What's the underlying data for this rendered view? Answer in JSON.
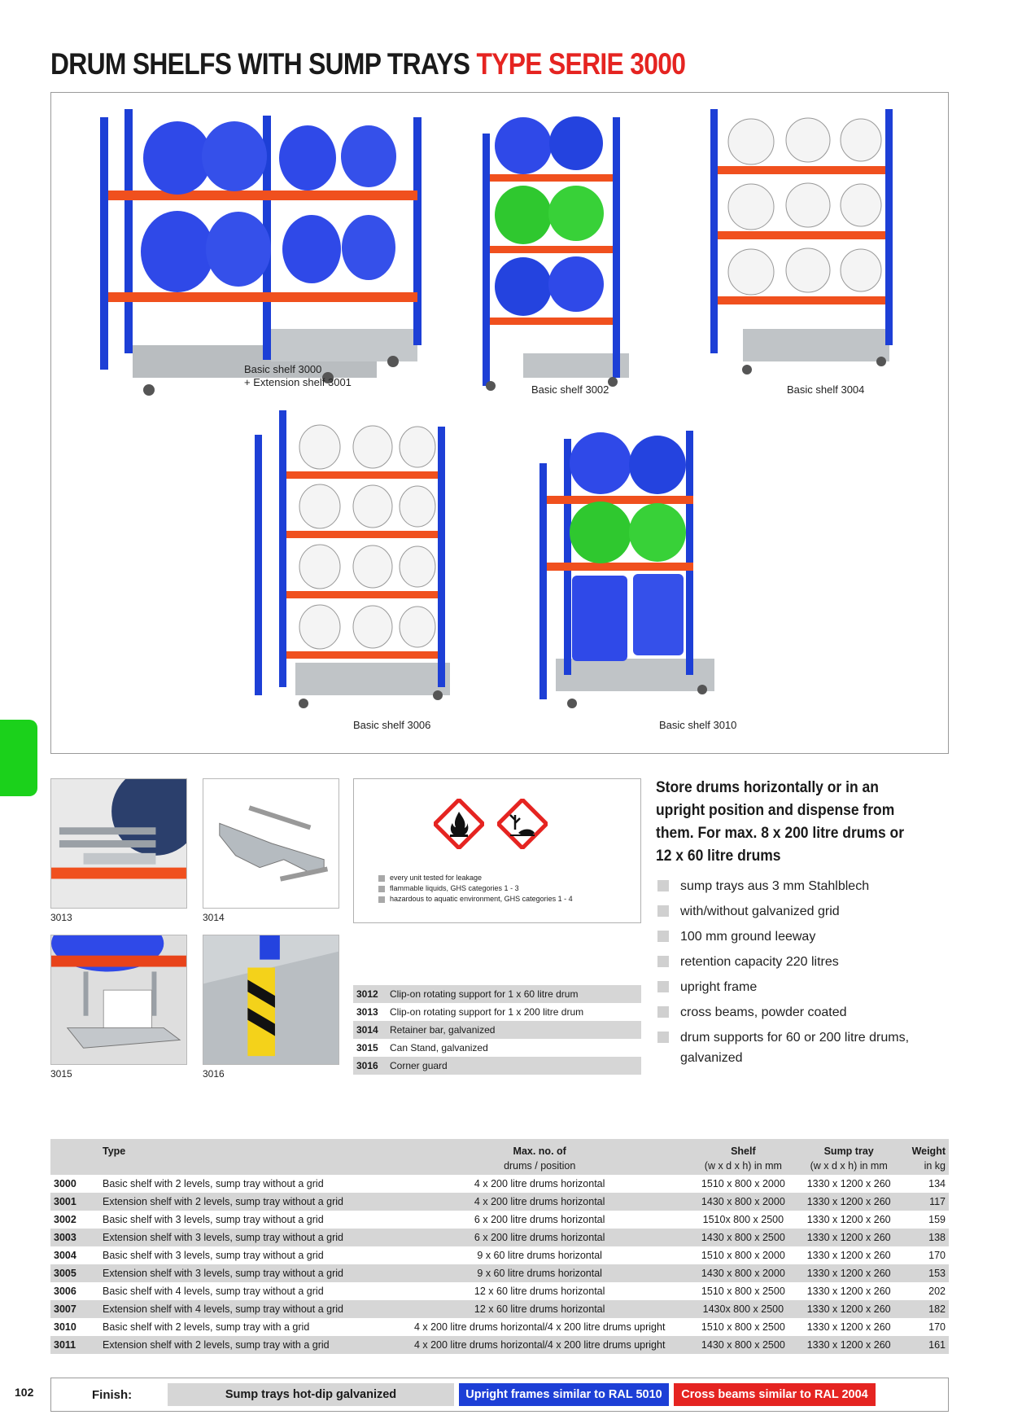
{
  "title": {
    "main": "DRUM SHELFS WITH SUMP TRAYS",
    "accent": "TYPE SERIE 3000"
  },
  "captions": {
    "shelf_3000_line1": "Basic shelf 3000",
    "shelf_3000_line2": "+ Extension shelf 3001",
    "shelf_3002": "Basic shelf 3002",
    "shelf_3004": "Basic shelf 3004",
    "shelf_3006": "Basic shelf 3006",
    "shelf_3010": "Basic shelf 3010"
  },
  "accessory_photos": {
    "a": "3013",
    "b": "3014",
    "c": "3015",
    "d": "3016"
  },
  "hazard_notes": [
    "every unit tested for leakage",
    "flammable liquids, GHS categories 1 - 3",
    "hazardous to aquatic environment, GHS categories 1 - 4"
  ],
  "accessories": [
    {
      "code": "3012",
      "desc": "Clip-on rotating support for 1 x 60 litre drum"
    },
    {
      "code": "3013",
      "desc": "Clip-on rotating support for 1 x 200 litre drum"
    },
    {
      "code": "3014",
      "desc": "Retainer bar, galvanized"
    },
    {
      "code": "3015",
      "desc": "Can Stand, galvanized"
    },
    {
      "code": "3016",
      "desc": "Corner guard"
    }
  ],
  "features": {
    "headline": "Store drums horizontally or in an upright position and dispense from them. For max. 8 x 200 litre drums or 12 x 60 litre drums",
    "items": [
      "sump trays aus 3 mm Stahlblech",
      "with/without galvanized grid",
      "100 mm ground leeway",
      "retention capacity 220 litres",
      "upright frame",
      "cross beams, powder coated",
      "drum supports for 60 or 200 litre drums, galvanized"
    ]
  },
  "spec_table": {
    "headers": {
      "type": "Type",
      "max": "Max. no. of",
      "max_sub": "drums / position",
      "shelf": "Shelf",
      "shelf_sub": "(w x d x h) in mm",
      "sump": "Sump tray",
      "sump_sub": "(w x d x h) in mm",
      "weight": "Weight",
      "weight_sub": "in kg"
    },
    "rows": [
      {
        "code": "3000",
        "type": "Basic shelf with 2 levels, sump tray without a grid",
        "max": "4 x 200 litre drums horizontal",
        "shelf": "1510 x 800 x 2000",
        "sump": "1330 x 1200 x 260",
        "weight": "134"
      },
      {
        "code": "3001",
        "type": "Extension shelf with 2 levels, sump tray without a grid",
        "max": "4 x 200 litre drums horizontal",
        "shelf": "1430 x 800 x 2000",
        "sump": "1330 x 1200 x 260",
        "weight": "117"
      },
      {
        "code": "3002",
        "type": "Basic shelf with 3 levels, sump tray without a grid",
        "max": "6 x 200 litre drums horizontal",
        "shelf": "1510x 800 x 2500",
        "sump": "1330 x 1200 x 260",
        "weight": "159"
      },
      {
        "code": "3003",
        "type": "Extension shelf with 3 levels, sump tray without a grid",
        "max": "6 x 200 litre drums horizontal",
        "shelf": "1430 x 800 x 2500",
        "sump": "1330 x 1200 x 260",
        "weight": "138"
      },
      {
        "code": "3004",
        "type": "Basic shelf with 3 levels, sump tray without a grid",
        "max": "9 x  60 litre drums horizontal",
        "shelf": "1510 x 800 x 2000",
        "sump": "1330 x 1200 x 260",
        "weight": "170"
      },
      {
        "code": "3005",
        "type": "Extension shelf with 3 levels, sump tray without a grid",
        "max": "9 x  60 litre drums horizontal",
        "shelf": "1430 x 800 x 2000",
        "sump": "1330 x 1200 x 260",
        "weight": "153"
      },
      {
        "code": "3006",
        "type": "Basic shelf with 4 levels, sump tray without a grid",
        "max": "12 x  60 litre drums horizontal",
        "shelf": "1510 x 800 x 2500",
        "sump": "1330 x 1200 x 260",
        "weight": "202"
      },
      {
        "code": "3007",
        "type": "Extension shelf with 4 levels, sump tray without a grid",
        "max": "12 x  60 litre drums horizontal",
        "shelf": "1430x 800 x 2500",
        "sump": "1330 x 1200 x 260",
        "weight": "182"
      },
      {
        "code": "3010",
        "type": "Basic shelf with 2 levels, sump tray with a grid",
        "max": "4 x 200 litre drums horizontal/4 x 200 litre drums upright",
        "shelf": "1510 x 800 x 2500",
        "sump": "1330 x 1200 x 260",
        "weight": "170"
      },
      {
        "code": "3011",
        "type": "Extension shelf with 2 levels, sump tray with a grid",
        "max": "4 x 200 litre drums horizontal/4 x 200 litre drums upright",
        "shelf": "1430 x 800 x 2500",
        "sump": "1330 x 1200 x 260",
        "weight": "161"
      }
    ]
  },
  "finish": {
    "label": "Finish:",
    "galvanized": "Sump trays hot-dip galvanized",
    "frames": "Upright frames similar to RAL 5010",
    "beams": "Cross beams similar to RAL 2004"
  },
  "page_number": "102",
  "colors": {
    "accent_red": "#e52421",
    "frame_blue": "#1d3fd6",
    "beam_orange": "#f0501e",
    "tab_green": "#1bd11b",
    "row_grey": "#d6d6d6"
  }
}
